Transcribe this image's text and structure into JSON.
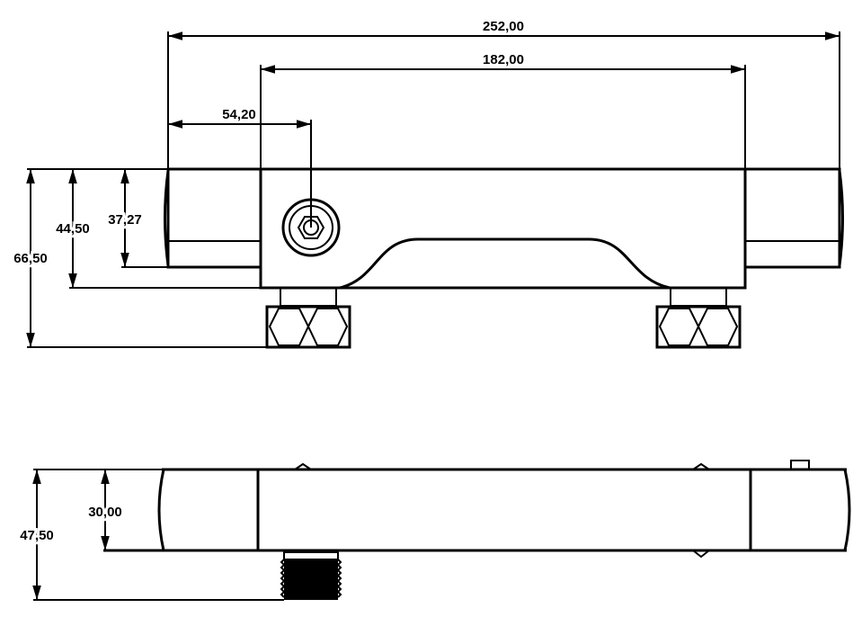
{
  "drawing": {
    "front_view": {
      "dimensions": {
        "overall_length": "252,00",
        "body_length": "182,00",
        "knob_offset": "54,20",
        "total_height": "66,50",
        "body_height": "44,50",
        "end_height": "37,27"
      }
    },
    "side_view": {
      "dimensions": {
        "total_depth": "47,50",
        "body_depth": "30,00"
      }
    }
  }
}
